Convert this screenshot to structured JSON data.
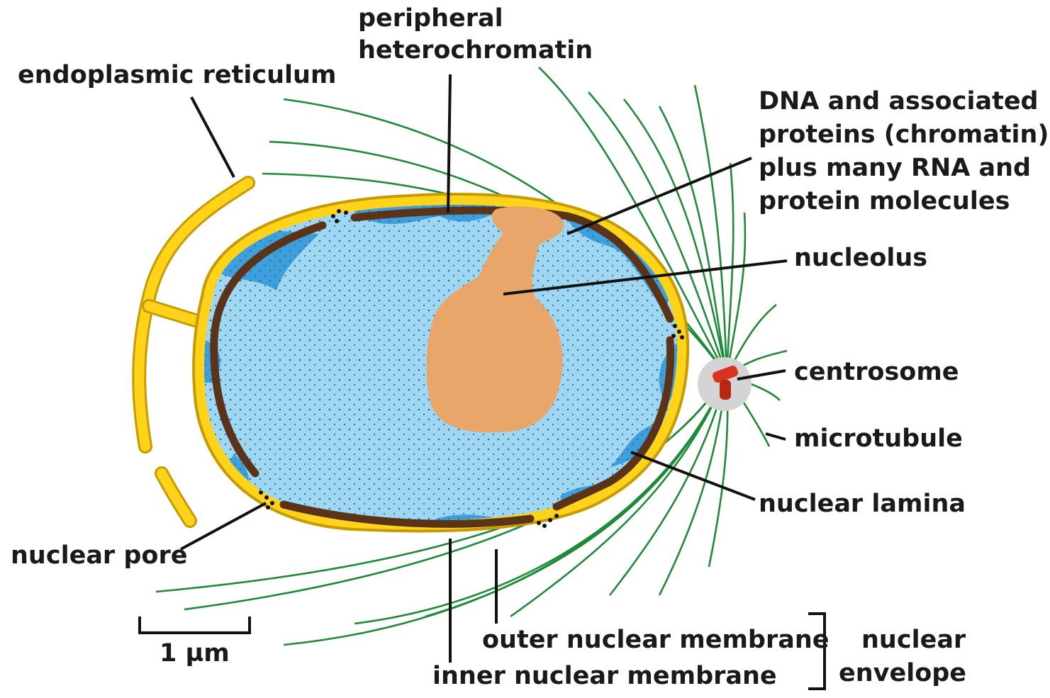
{
  "labels": {
    "peripheral_heterochromatin_1": "peripheral",
    "peripheral_heterochromatin_2": "heterochromatin",
    "endoplasmic_reticulum": "endoplasmic reticulum",
    "dna_1": "DNA and associated",
    "dna_2": "proteins (chromatin),",
    "dna_3": "plus many RNA and",
    "dna_4": "protein molecules",
    "nucleolus": "nucleolus",
    "centrosome": "centrosome",
    "microtubule": "microtubule",
    "nuclear_lamina": "nuclear lamina",
    "nuclear_pore": "nuclear pore",
    "scale_bar": "1 µm",
    "outer_nuclear_membrane": "outer nuclear membrane",
    "inner_nuclear_membrane": "inner nuclear membrane",
    "nuclear_envelope_1": "nuclear",
    "nuclear_envelope_2": "envelope"
  },
  "colors": {
    "nucleoplasm": "#9fd6f2",
    "heterochromatin": "#3d9fdc",
    "lamina": "#5a3318",
    "membrane": "#ffd31a",
    "membrane_edge": "#c79a00",
    "nucleolus": "#e8a66a",
    "microtubule": "#1f8a3a",
    "centrosome_halo": "#d4d4d4",
    "centriole": "#d9331f"
  }
}
